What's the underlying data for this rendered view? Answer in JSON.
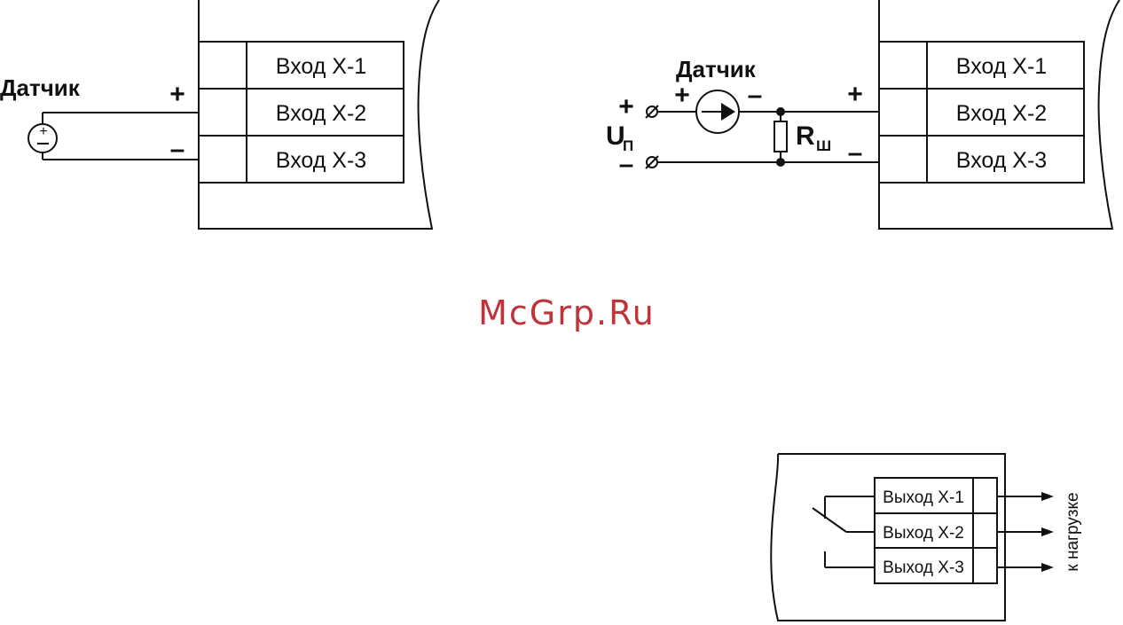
{
  "diagram_left": {
    "sensor_label": "Датчик",
    "plus": "+",
    "minus": "–",
    "inputs": [
      "Вход Х-1",
      "Вход Х-2",
      "Вход Х-3"
    ]
  },
  "diagram_right": {
    "sensor_label": "Датчик",
    "supply_label": "U",
    "supply_sub": "П",
    "resistor_label": "R",
    "resistor_sub": "Ш",
    "plus": "+",
    "minus": "–",
    "inputs": [
      "Вход Х-1",
      "Вход Х-2",
      "Вход Х-3"
    ]
  },
  "diagram_outputs": {
    "outputs": [
      "Выход Х-1",
      "Выход Х-2",
      "Выход Х-3"
    ],
    "load_label": "к нагрузке"
  },
  "watermark": "McGrp.Ru"
}
